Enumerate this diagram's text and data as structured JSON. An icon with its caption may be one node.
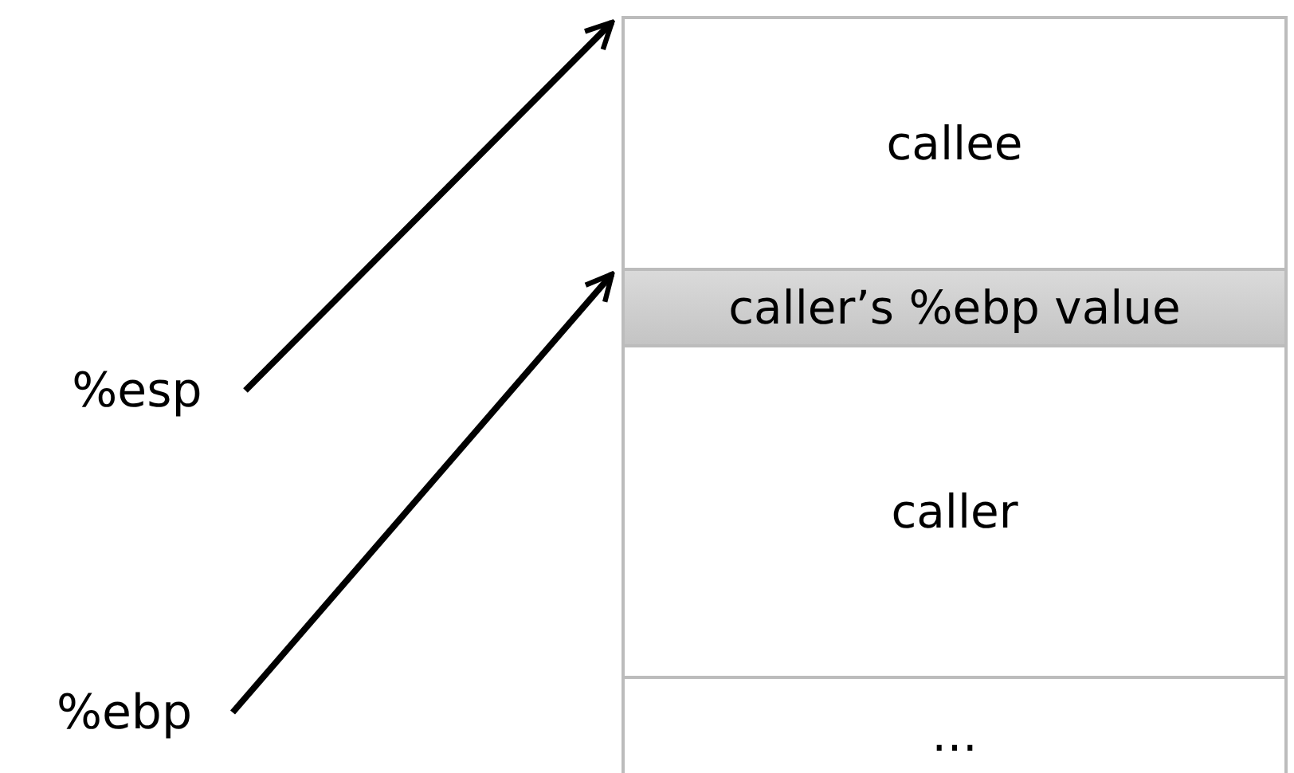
{
  "diagram": {
    "nodes": [
      {
        "text": [
          "%esp"
        ]
      },
      {
        "text": [
          "%ebp"
        ]
      },
      {
        "text": [
          "callee"
        ]
      },
      {
        "text": [
          "caller’s %ebp value"
        ]
      },
      {
        "text": [
          "caller"
        ]
      },
      {
        "text": [
          "…"
        ]
      }
    ],
    "edges": [
      {
        "from": 0,
        "to": 2,
        "arrow": "to"
      },
      {
        "from": 1,
        "to": 3,
        "arrow": "to"
      }
    ]
  }
}
